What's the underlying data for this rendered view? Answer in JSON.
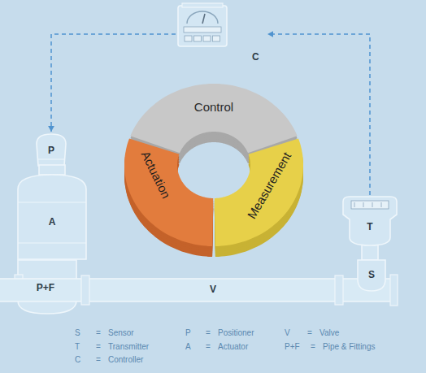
{
  "diagram": {
    "nodes": [
      {
        "text": [
          "C"
        ]
      },
      {
        "text": [
          "Control"
        ]
      },
      {
        "text": [
          "Actuation"
        ]
      },
      {
        "text": [
          "Measurement"
        ]
      },
      {
        "text": [
          "P"
        ]
      },
      {
        "text": [
          "A"
        ]
      },
      {
        "text": [
          "V"
        ]
      },
      {
        "text": [
          "P+F"
        ]
      },
      {
        "text": [
          "T"
        ]
      },
      {
        "text": [
          "S"
        ]
      }
    ],
    "edges": [
      {
        "from": 0,
        "to": 4,
        "arrow": "to"
      },
      {
        "from": 8,
        "to": 0,
        "arrow": "to"
      }
    ],
    "labels": [
      "S",
      "=",
      "Sensor",
      "P",
      "=",
      "Positioner",
      "V",
      "=",
      "Valve",
      "T",
      "=",
      "Transmitter",
      "A",
      "=",
      "Actuator",
      "P+F",
      "=",
      "Pipe & Fittings",
      "C",
      "=",
      "Controller"
    ]
  }
}
